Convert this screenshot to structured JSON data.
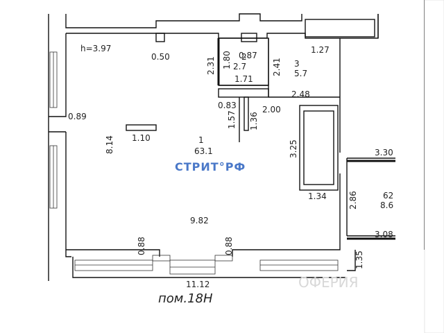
{
  "plan": {
    "height_label": "h=3.97",
    "premises_label": "пом.18Н",
    "watermark": "СТРИТ°РФ",
    "watermark_ghost": "ОФЕРИЯ",
    "rooms": [
      {
        "number": "1",
        "area": "63.1"
      },
      {
        "number": "2",
        "area": "2.7"
      },
      {
        "number": "3",
        "area": "5.7"
      },
      {
        "number": "62",
        "area": "8.6"
      }
    ],
    "dimensions": {
      "d_0_50": "0.50",
      "d_2_31": "2.31",
      "d_1_80": "1.80",
      "d_0_87": "0.87",
      "d_1_71": "1.71",
      "d_2_41": "2.41",
      "d_1_27": "1.27",
      "d_0_83": "0.83",
      "d_1_57": "1.57",
      "d_1_36": "1.36",
      "d_2_00": "2.00",
      "d_2_48": "2.48",
      "d_0_89": "0.89",
      "d_1_10": "1.10",
      "d_8_14": "8.14",
      "d_3_25": "3.25",
      "d_1_34": "1.34",
      "d_3_30": "3.30",
      "d_2_86": "2.86",
      "d_3_08": "3.08",
      "d_9_82": "9.82",
      "d_0_88_left": "0.88",
      "d_0_88_right": "0.88",
      "d_1_35": "1.35",
      "d_11_12": "11.12"
    }
  }
}
